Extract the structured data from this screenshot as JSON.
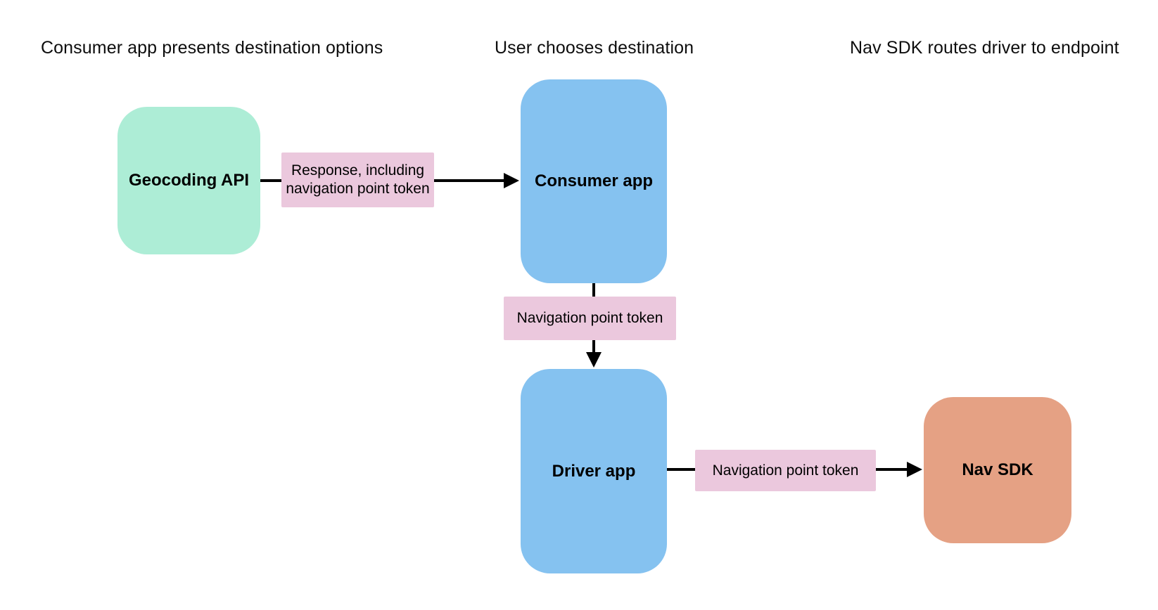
{
  "page": {
    "background_color": "#ffffff",
    "connector_color": "#000000",
    "text_color": "#000000"
  },
  "headers": [
    {
      "label": "Consumer app presents destination options"
    },
    {
      "label": "User chooses destination"
    },
    {
      "label": "Nav SDK routes driver to endpoint"
    }
  ],
  "nodes": {
    "geocoding_api": {
      "label": "Geocoding API",
      "color": "#ADEDD6"
    },
    "consumer_app": {
      "label": "Consumer app",
      "color": "#85C2F0"
    },
    "driver_app": {
      "label": "Driver app",
      "color": "#85C2F0"
    },
    "nav_sdk": {
      "label": "Nav SDK",
      "color": "#E5A184"
    }
  },
  "edge_labels": {
    "response": {
      "label": "Response, including navigation point token",
      "color": "#EBC8DD"
    },
    "token_vertical": {
      "label": "Navigation point token",
      "color": "#EBC8DD"
    },
    "token_horizontal": {
      "label": "Navigation point token",
      "color": "#EBC8DD"
    }
  }
}
